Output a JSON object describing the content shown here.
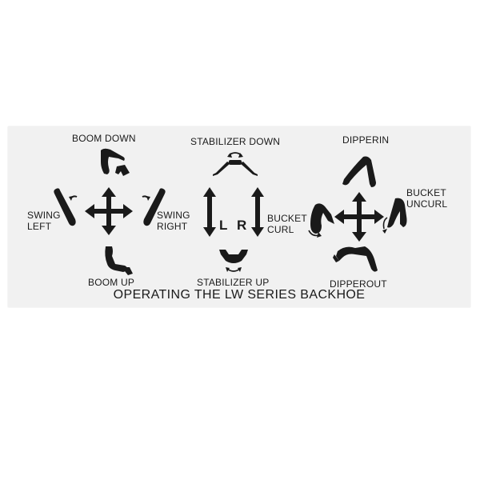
{
  "labels": {
    "boom_down": "BOOM DOWN",
    "boom_up": "BOOM UP",
    "swing_left": "SWING\nLEFT",
    "swing_right": "SWING\nRIGHT",
    "stabilizer_down": "STABILIZER DOWN",
    "stabilizer_up": "STABILIZER UP",
    "bucket_curl": "BUCKET\nCURL",
    "bucket_uncurl": "BUCKET\nUNCURL",
    "dipper_in": "DIPPERIN",
    "dipper_out": "DIPPEROUT",
    "left_letter": "L",
    "right_letter": "R"
  },
  "caption": "OPERATING THE LW SERIES BACKHOE",
  "icons": [
    "four-way-arrow-icon",
    "boom-down-icon",
    "boom-up-icon",
    "swing-left-icon",
    "swing-right-icon",
    "stabilizer-down-icon",
    "stabilizer-up-icon",
    "vertical-double-arrow-icon",
    "dipper-in-icon",
    "dipper-out-icon",
    "bucket-curl-icon",
    "bucket-uncurl-icon"
  ],
  "colors": {
    "ink": "#1a1a1a",
    "decal": "#f1f1f1"
  }
}
